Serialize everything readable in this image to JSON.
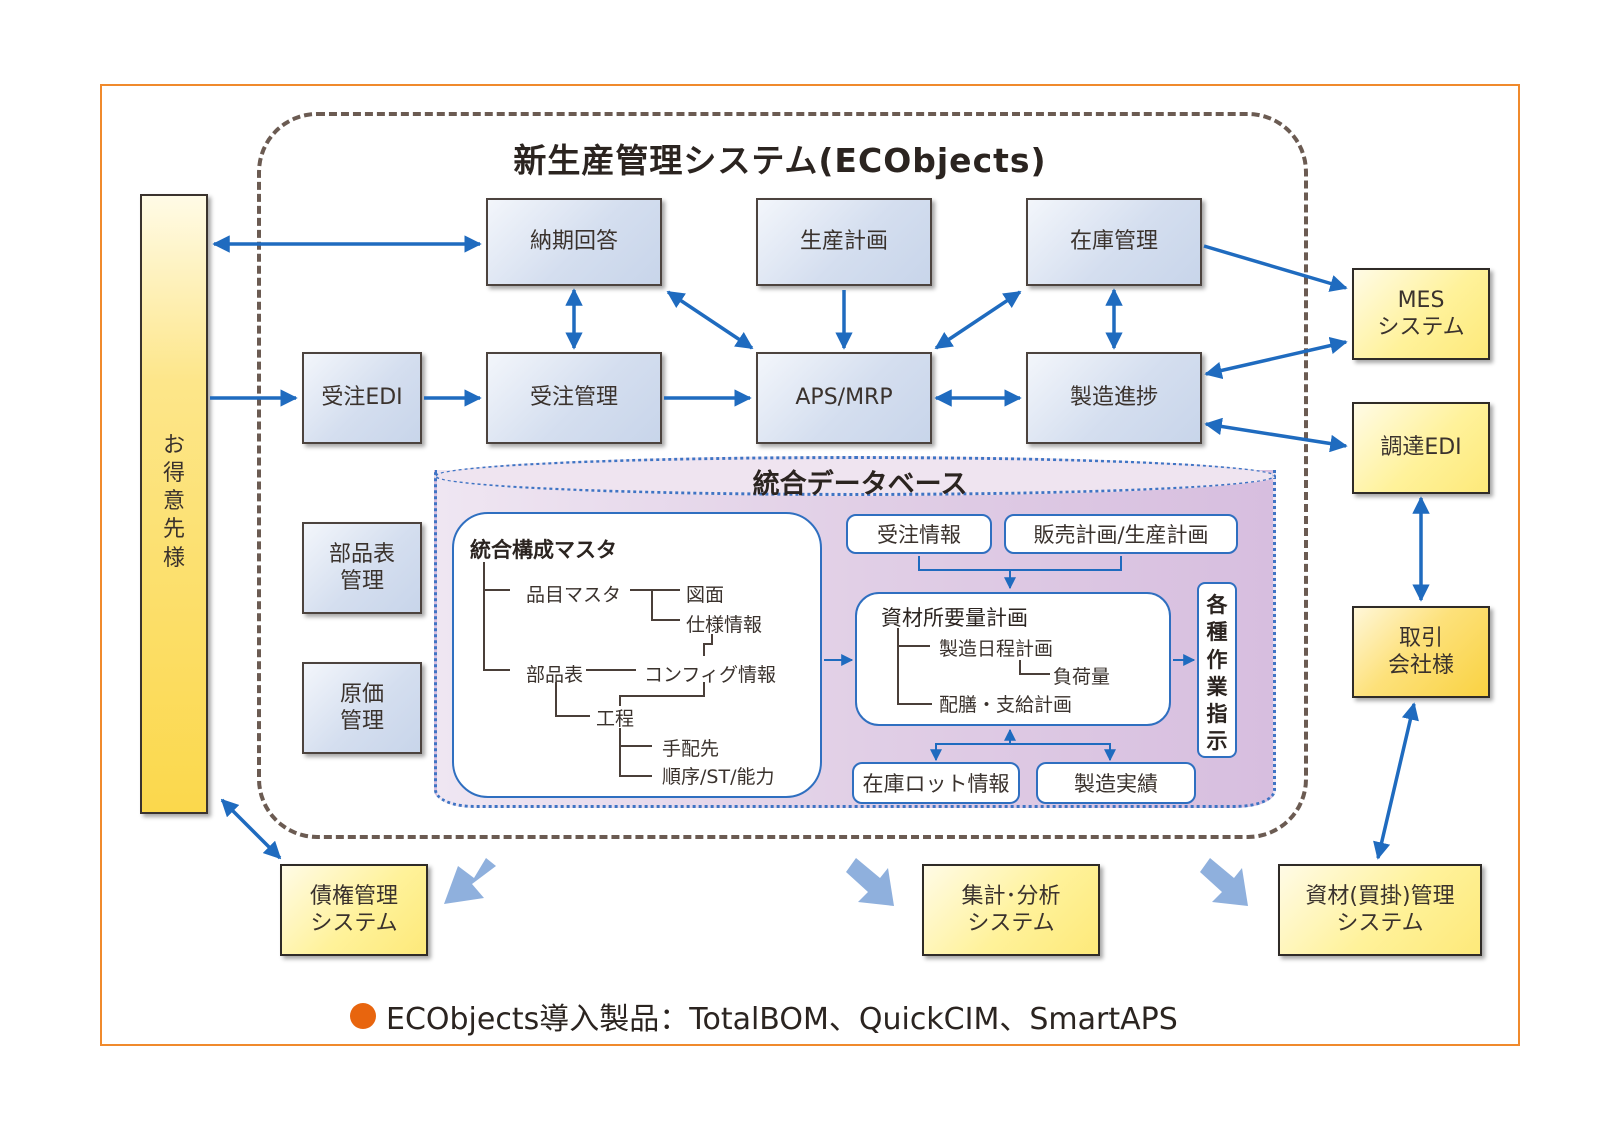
{
  "diagram": {
    "title": "新生産管理システム(ECObjects)",
    "colors": {
      "frame": "#f08a2c",
      "boundary": "#6b5b52",
      "arrow": "#1f6bbf",
      "flow_arrow": "#8fb0dd",
      "module_fill": "#d4deef",
      "external_fill": "#fff29a",
      "partner_fill": "#f9d242",
      "database_fill": "#e1cfe6",
      "footer_dot": "#e8650e"
    },
    "customer": {
      "label": "お\n得\n意\n先\n様"
    },
    "modules": {
      "delivery_reply": "納期回答",
      "production_plan": "生産計画",
      "inventory": "在庫管理",
      "order_edi": "受注EDI",
      "order_mgmt": "受注管理",
      "aps_mrp": "APS/MRP",
      "progress": "製造進捗",
      "bom_mgmt": "部品表\n管理",
      "cost_mgmt": "原価\n管理"
    },
    "external": {
      "mes": "MES\nシステム",
      "procurement_edi": "調達EDI",
      "partner": "取引\n会社様",
      "receivables": "債権管理\nシステム",
      "analytics": "集計･分析\nシステム",
      "materials": "資材(買掛)管理\nシステム"
    },
    "database": {
      "title": "統合データベース",
      "master": {
        "title": "統合構成マスタ",
        "items": {
          "item_master": "品目マスタ",
          "drawing": "図面",
          "spec": "仕様情報",
          "bom": "部品表",
          "config": "コンフィグ情報",
          "process": "工程",
          "vendor": "手配先",
          "sequence": "順序/ST/能力"
        }
      },
      "order_info": "受注情報",
      "sales_plan": "販売計画/生産計画",
      "mrp": {
        "title": "資材所要量計画",
        "items": {
          "schedule": "製造日程計画",
          "load": "負荷量",
          "distribution": "配膳・支給計画"
        }
      },
      "work_orders": "各\n種\n作\n業\n指\n示",
      "lot_info": "在庫ロット情報",
      "results": "製造実績"
    },
    "footer": "ECObjects導入製品：TotalBOM、QuickCIM、SmartAPS"
  }
}
